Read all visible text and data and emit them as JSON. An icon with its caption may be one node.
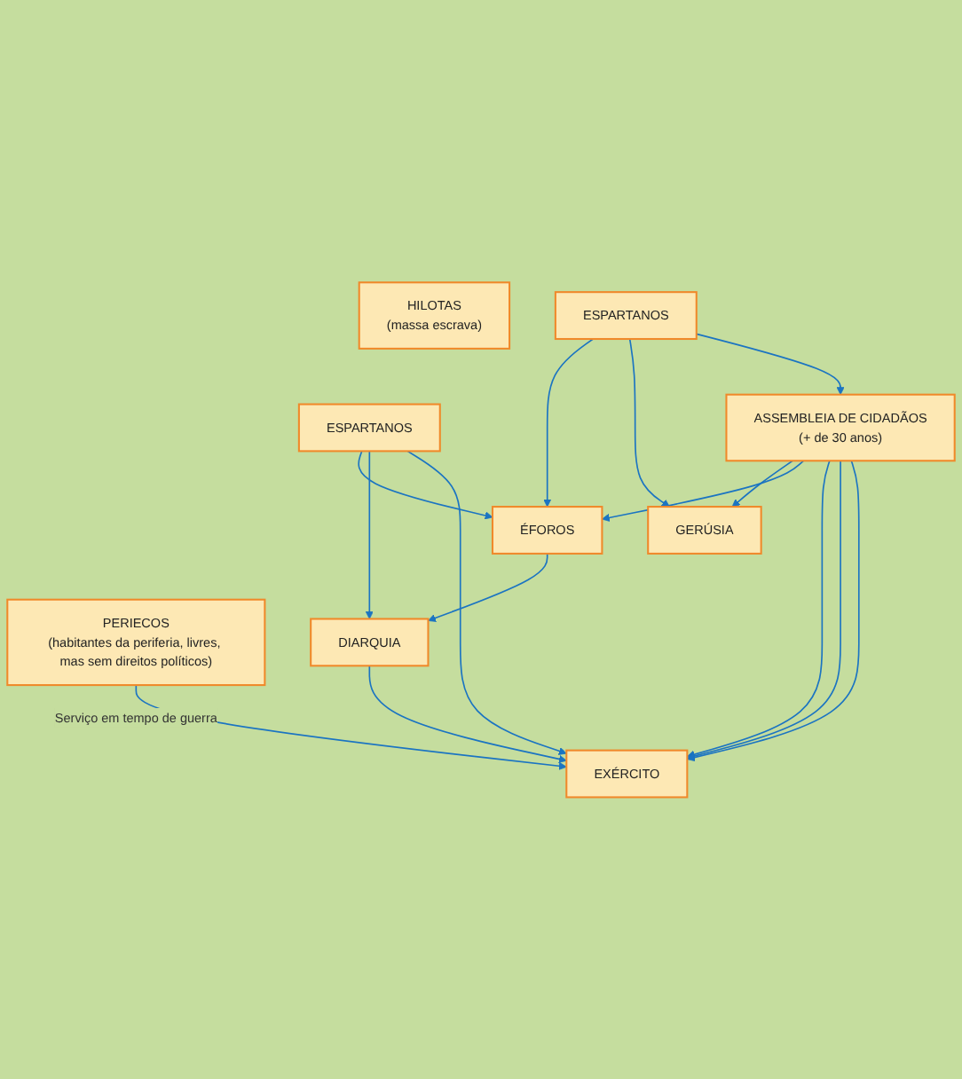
{
  "diagram": {
    "nodes": [
      {
        "text": [
          "ESPARTANOS"
        ]
      },
      {
        "text": [
          "ÉFOROS"
        ]
      },
      {
        "text": [
          "ESPARTANOS"
        ]
      },
      {
        "text": [
          "DIARQUIA"
        ]
      },
      {
        "text": [
          "GERÚSIA"
        ]
      },
      {
        "text": [
          "EXÉRCITO"
        ]
      },
      {
        "text": [
          "ASSEMBLEIA DE CIDADÃOS",
          "(+ de 30 anos)"
        ]
      },
      {
        "text": [
          "PERIECOS",
          "(habitantes da periferia, livres, mas sem direitos políticos)"
        ]
      },
      {
        "text": [
          "HILOTAS",
          "(massa escrava)"
        ]
      }
    ],
    "edges": [
      {
        "from": 0,
        "to": 1,
        "arrow": "to"
      },
      {
        "from": 2,
        "to": 1,
        "arrow": "to"
      },
      {
        "from": 1,
        "to": 3,
        "arrow": "to"
      },
      {
        "from": 0,
        "to": 3,
        "arrow": "to"
      },
      {
        "from": 2,
        "to": 4,
        "arrow": "to"
      },
      {
        "from": 3,
        "to": 5,
        "arrow": "to"
      },
      {
        "from": 0,
        "to": 5,
        "arrow": "to"
      },
      {
        "from": 6,
        "to": 4,
        "arrow": "to"
      },
      {
        "from": 6,
        "to": 1,
        "arrow": "to"
      },
      {
        "from": 6,
        "to": 5,
        "arrow": "to"
      },
      {
        "from": 6,
        "to": 5,
        "arrow": "to"
      },
      {
        "from": 6,
        "to": 5,
        "arrow": "to"
      },
      {
        "from": 2,
        "to": 6,
        "arrow": "to"
      },
      {
        "from": 7,
        "to": 5,
        "label": "Serviço em tempo de guerra",
        "arrow": "to"
      }
    ]
  }
}
